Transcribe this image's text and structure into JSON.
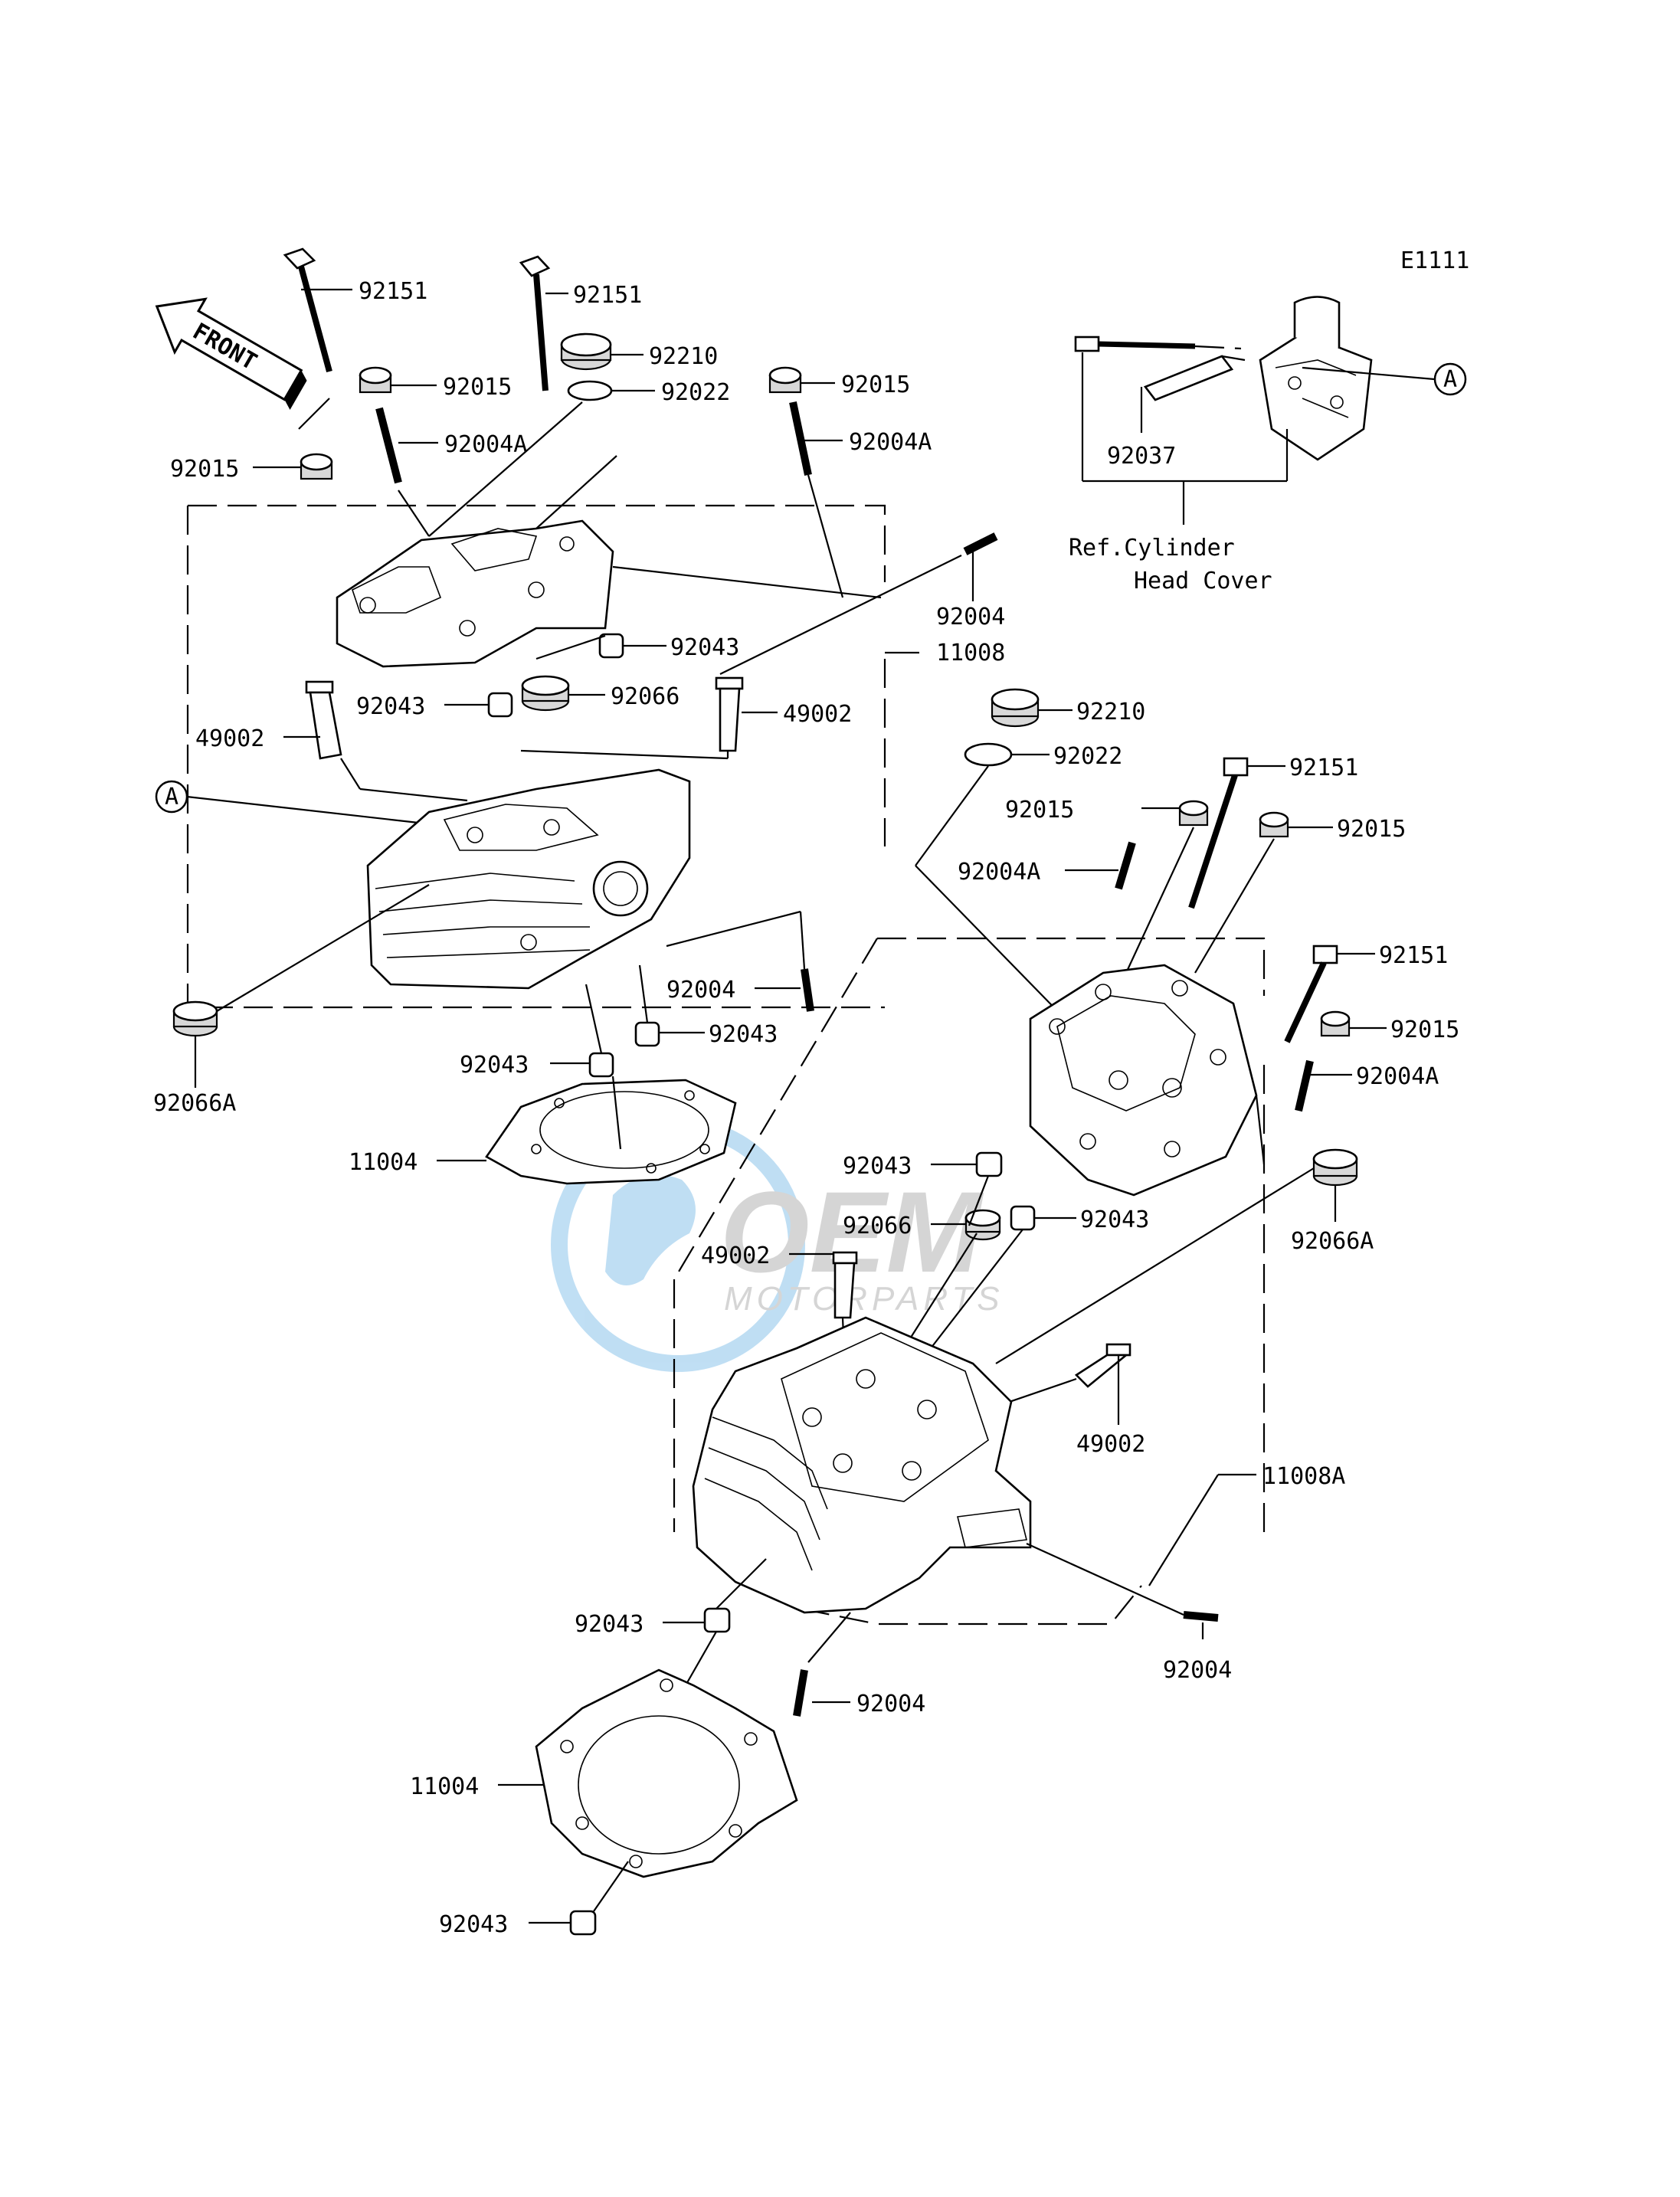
{
  "diagram_id": "E1111",
  "front_label": "FRONT",
  "ref_note": {
    "line1": "Ref.Cylinder",
    "line2": "Head Cover"
  },
  "callout_mark": "A",
  "watermark": {
    "brand": "OEM",
    "sub": "MOTORPARTS"
  },
  "labels": {
    "l01": "92151",
    "l02": "92151",
    "l03": "92210",
    "l04": "92015",
    "l05": "92022",
    "l06": "92015",
    "l07": "92004A",
    "l08": "92004A",
    "l09": "92015",
    "l10": "92037",
    "l11": "92004",
    "l12": "11008",
    "l13": "92043",
    "l14": "92043",
    "l15": "92066",
    "l16": "49002",
    "l17": "49002",
    "l18": "92210",
    "l19": "92022",
    "l20": "92151",
    "l21": "92015",
    "l22": "92015",
    "l23": "92004A",
    "l24": "92151",
    "l25": "92004",
    "l26": "92043",
    "l27": "92043",
    "l28": "92066A",
    "l29": "92015",
    "l30": "92004A",
    "l31": "11004",
    "l32": "92043",
    "l33": "92066",
    "l34": "92043",
    "l35": "49002",
    "l36": "92066A",
    "l37": "49002",
    "l38": "11008A",
    "l39": "92043",
    "l40": "92004",
    "l41": "92004",
    "l42": "11004",
    "l43": "92043"
  }
}
